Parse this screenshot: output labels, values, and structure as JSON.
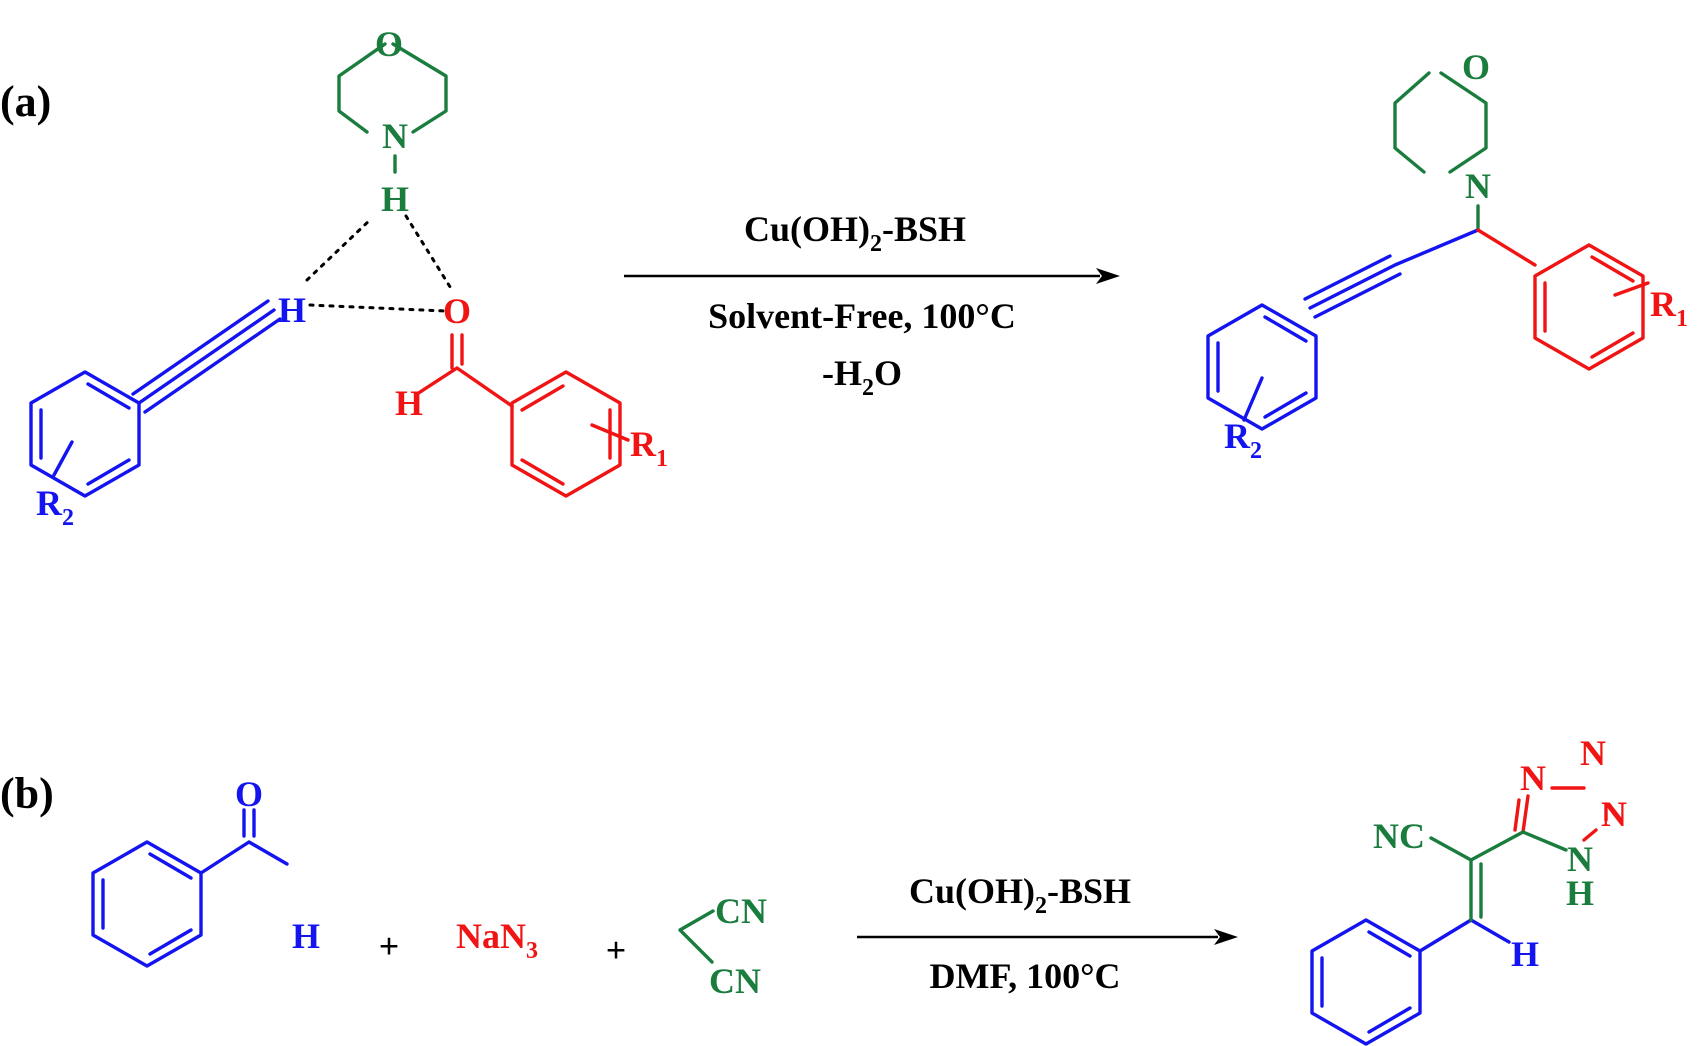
{
  "colors": {
    "blue": "#1414f0",
    "red": "#f01414",
    "green": "#1a7d3e",
    "black": "#000000"
  },
  "panel_a": {
    "label": "(a)",
    "morpholine": {
      "o": "O",
      "n": "N",
      "h": "H"
    },
    "alkyne": {
      "h": "H",
      "r": "R",
      "r_sub": "2"
    },
    "aldehyde": {
      "o": "O",
      "h": "H",
      "r": "R",
      "r_sub": "1"
    },
    "arrow": {
      "catalyst": "Cu(OH)",
      "catalyst_sub": "2",
      "catalyst_tail": "-BSH",
      "condition": "Solvent-Free, 100°C",
      "byproduct_pre": "-H",
      "byproduct_sub": "2",
      "byproduct_post": "O"
    },
    "product": {
      "o": "O",
      "n": "N",
      "r1": "R",
      "r1_sub": "1",
      "r2": "R",
      "r2_sub": "2"
    }
  },
  "panel_b": {
    "label": "(b)",
    "benzaldehyde": {
      "o": "O",
      "h": "H"
    },
    "plus": "+",
    "azide": {
      "prefix": "NaN",
      "sub": "3"
    },
    "malononitrile": {
      "cn_top": "CN",
      "cn_bottom": "CN"
    },
    "arrow": {
      "catalyst": "Cu(OH)",
      "catalyst_sub": "2",
      "catalyst_tail": "-BSH",
      "condition": "DMF, 100°C"
    },
    "product": {
      "nc": "NC",
      "n1": "N",
      "n2": "N",
      "n3": "N",
      "nh_n": "N",
      "nh_h": "H",
      "vinyl_h": "H"
    }
  }
}
